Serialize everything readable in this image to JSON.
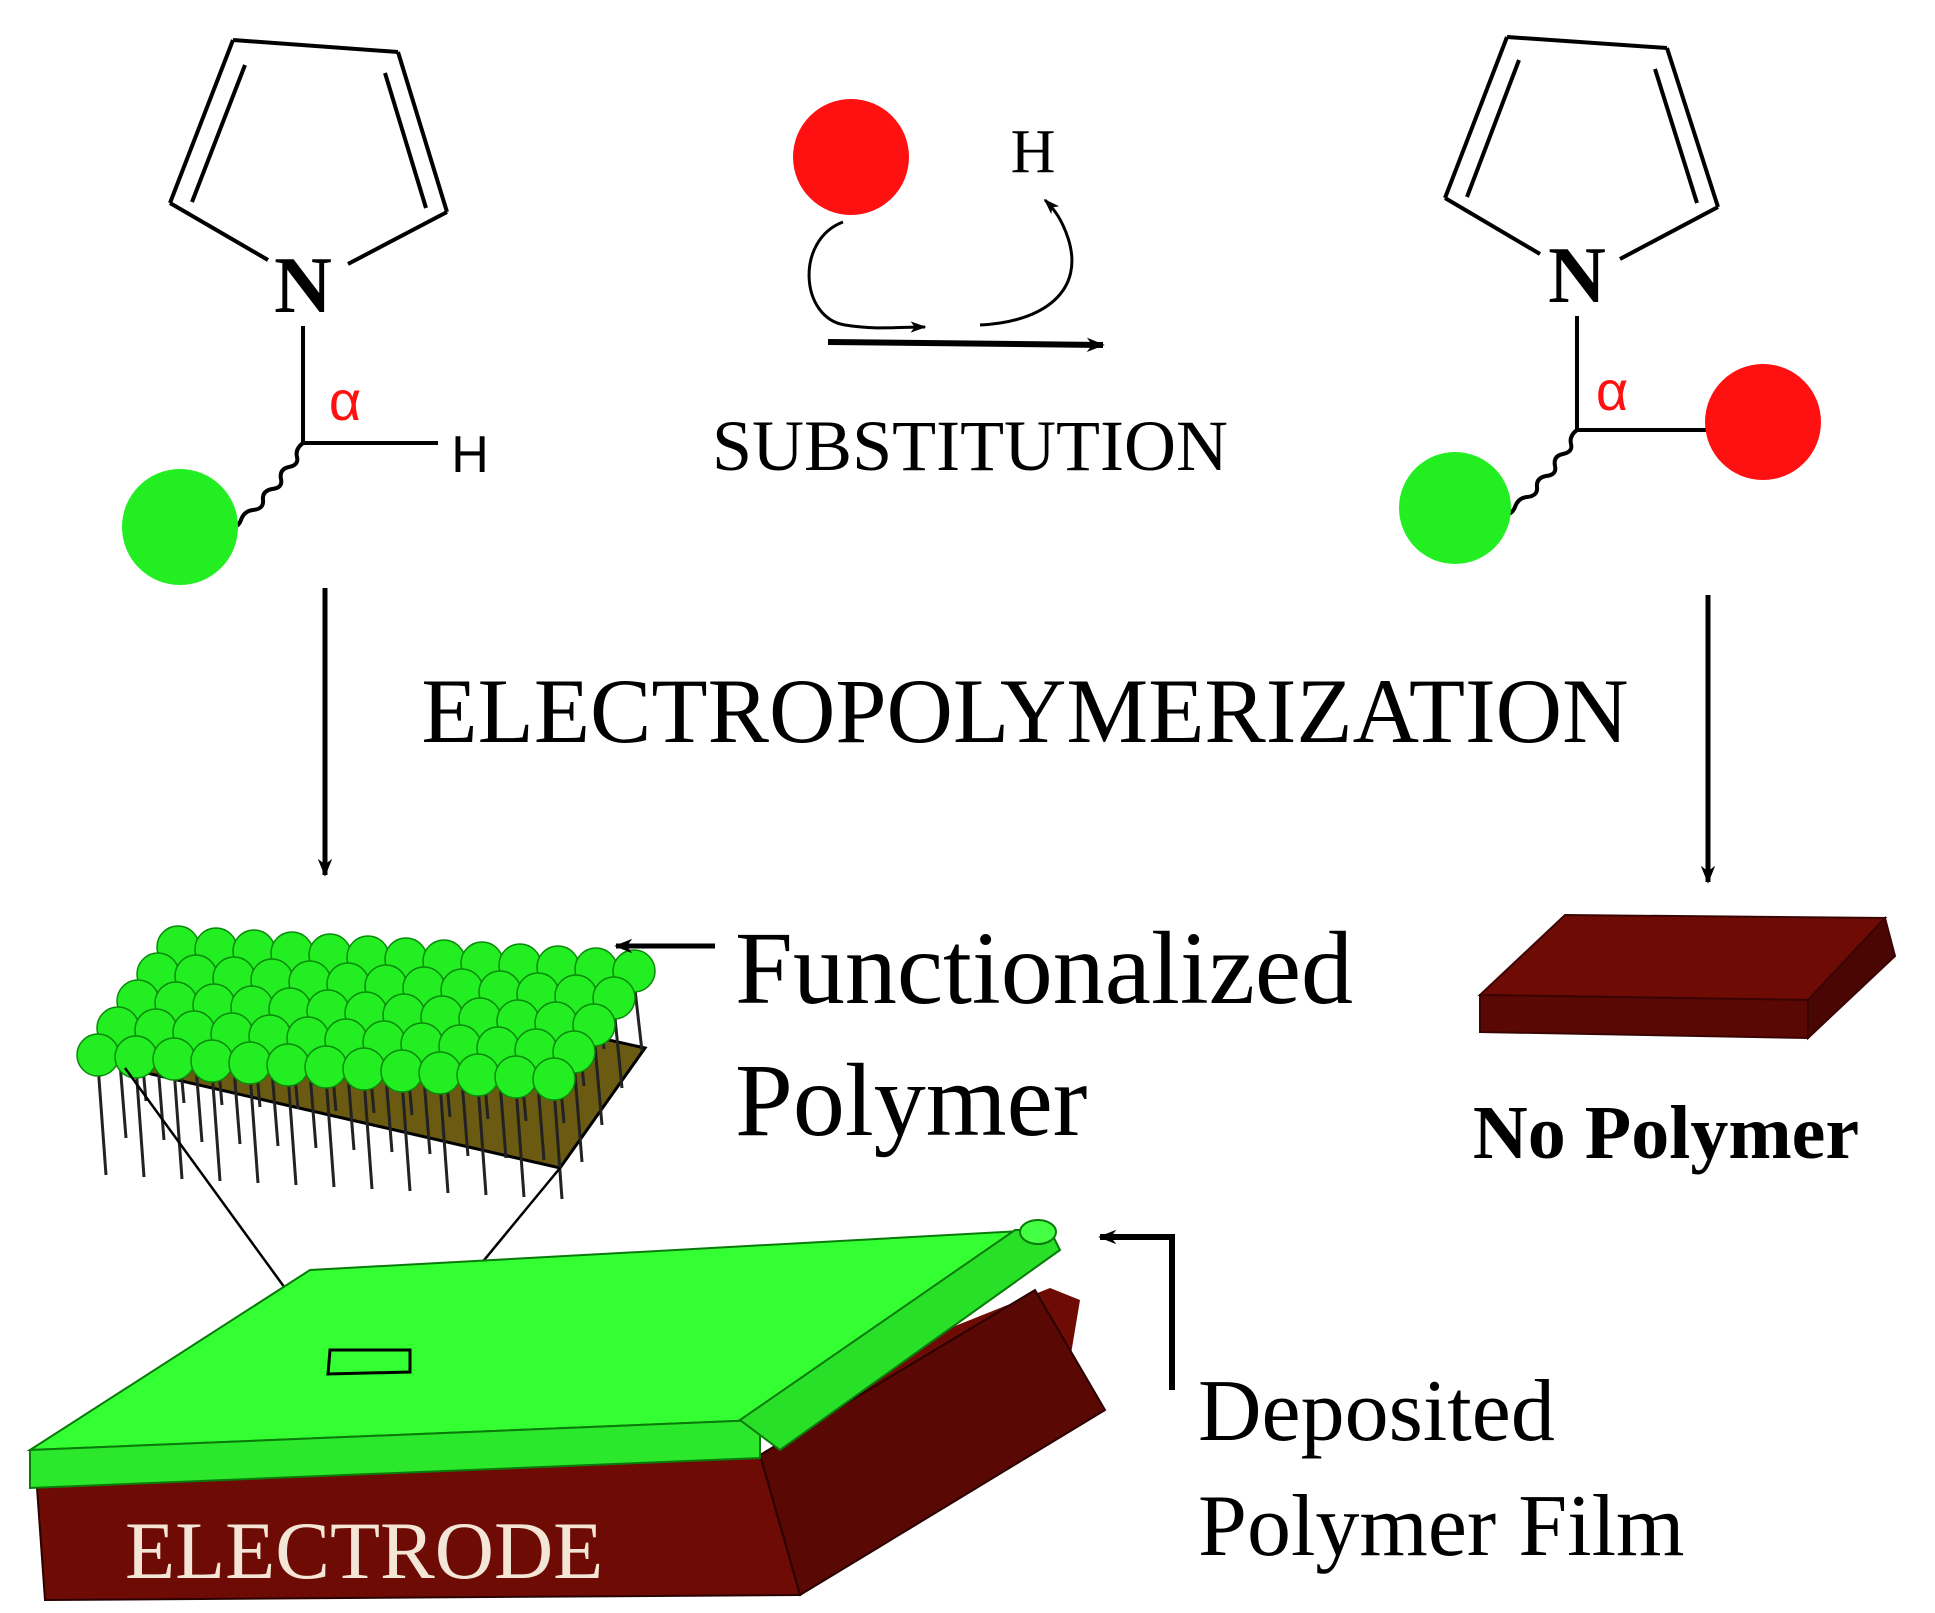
{
  "labels": {
    "atom_n": "N",
    "atom_h": "H",
    "alpha": "α",
    "substitution": "SUBSTITUTION",
    "electropolymerization": "ELECTROPOLYMERIZATION",
    "functionalized_line1": "Functionalized",
    "functionalized_line2": "Polymer",
    "no_polymer": "No Polymer",
    "deposited_line1": "Deposited",
    "deposited_line2": "Polymer Film",
    "electrode": "ELECTRODE"
  },
  "colors": {
    "green": "#22ee22",
    "red": "#ff1111",
    "electrode": "#6e0b05",
    "electrode_dark": "#4a0603",
    "film": "#33ff33",
    "substrate": "#6b5a12",
    "line": "#000000"
  }
}
